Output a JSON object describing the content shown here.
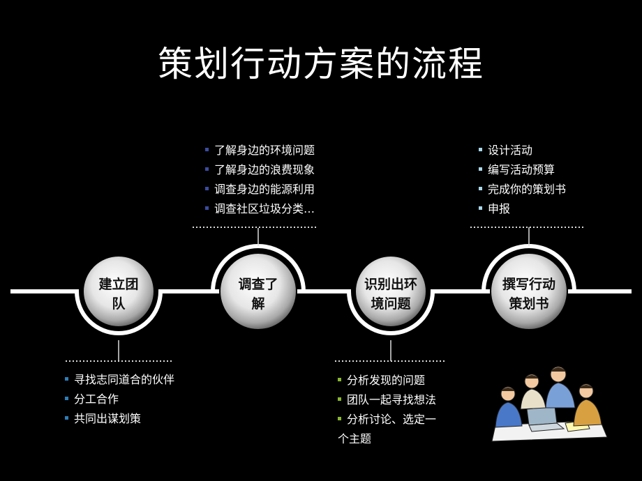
{
  "title": "策划行动方案的流程",
  "steps": [
    {
      "label": "建立团队",
      "line1": "建立团",
      "line2": "队"
    },
    {
      "label": "调查了解",
      "line1": "调查了",
      "line2": "解"
    },
    {
      "label": "识别出环境问题",
      "line1": "识别出环",
      "line2": "境问题"
    },
    {
      "label": "撰写行动策划书",
      "line1": "撰写行动",
      "line2": "策划书"
    }
  ],
  "lists": {
    "survey": {
      "bullet_color": "#3b4ca0",
      "items": [
        "了解身边的环境问题",
        "了解身边的浪费现象",
        "调查身边的能源利用",
        "调查社区垃圾分类…"
      ]
    },
    "plan": {
      "bullet_color": "#a8d8e8",
      "items": [
        "设计活动",
        "编写活动预算",
        "完成你的策划书",
        "申报"
      ]
    },
    "team": {
      "bullet_color": "#2c7fb8",
      "items": [
        "寻找志同道合的伙伴",
        "分工合作",
        "共同出谋划策"
      ]
    },
    "identify": {
      "bullet_color": "#8ab82c",
      "items": [
        "分析发现的问题",
        "团队一起寻找想法",
        "分析讨论、选定一",
        "个主题"
      ]
    }
  },
  "illustration": "team-meeting-clipart"
}
